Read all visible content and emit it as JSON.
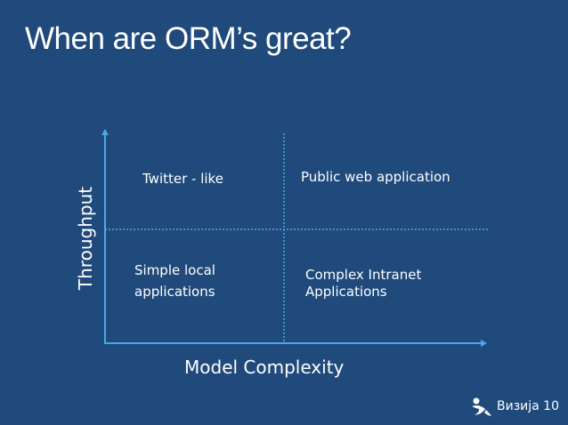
{
  "slide": {
    "title": "When are ORM’s great?"
  },
  "diagram": {
    "y_axis_label": "Throughput",
    "x_axis_label": "Model Complexity",
    "quadrants": {
      "top_left": "Twitter - like",
      "top_right": "Public web application",
      "bottom_left": "Simple local applications",
      "bottom_right_line1": "Complex Intranet",
      "bottom_right_line2": "Applications"
    }
  },
  "branding": {
    "name": "Визија 10"
  },
  "colors": {
    "background": "#1f4a7b",
    "axis": "#4aa8e8",
    "text": "#ffffff"
  }
}
